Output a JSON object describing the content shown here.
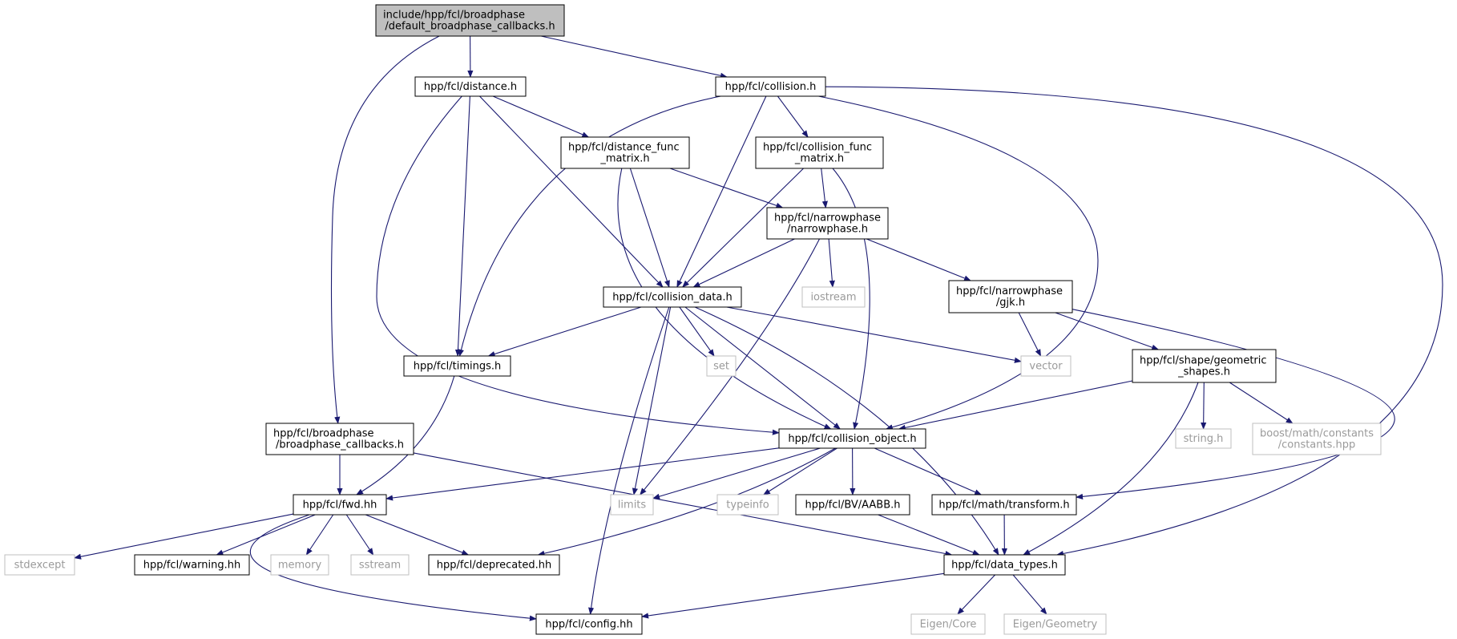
{
  "graph": {
    "colors": {
      "edge": "#191970",
      "node_border": "#000000",
      "system_border": "#bfbfbf",
      "system_text": "#9a9a9a",
      "root_fill": "#bfbfbf",
      "text": "#000000"
    },
    "nodes": [
      {
        "id": "root",
        "lines": [
          "include/hpp/fcl/broadphase",
          "/default_broadphase_callbacks.h"
        ],
        "kind": "root"
      },
      {
        "id": "distance",
        "lines": [
          "hpp/fcl/distance.h"
        ],
        "kind": "header"
      },
      {
        "id": "collision",
        "lines": [
          "hpp/fcl/collision.h"
        ],
        "kind": "header"
      },
      {
        "id": "distance_func_matrix",
        "lines": [
          "hpp/fcl/distance_func",
          "_matrix.h"
        ],
        "kind": "header"
      },
      {
        "id": "collision_func_matrix",
        "lines": [
          "hpp/fcl/collision_func",
          "_matrix.h"
        ],
        "kind": "header"
      },
      {
        "id": "narrowphase",
        "lines": [
          "hpp/fcl/narrowphase",
          "/narrowphase.h"
        ],
        "kind": "header"
      },
      {
        "id": "collision_data",
        "lines": [
          "hpp/fcl/collision_data.h"
        ],
        "kind": "header"
      },
      {
        "id": "iostream",
        "lines": [
          "iostream"
        ],
        "kind": "system"
      },
      {
        "id": "gjk",
        "lines": [
          "hpp/fcl/narrowphase",
          "/gjk.h"
        ],
        "kind": "header"
      },
      {
        "id": "timings",
        "lines": [
          "hpp/fcl/timings.h"
        ],
        "kind": "header"
      },
      {
        "id": "set",
        "lines": [
          "set"
        ],
        "kind": "system"
      },
      {
        "id": "vector",
        "lines": [
          "vector"
        ],
        "kind": "system"
      },
      {
        "id": "geometric_shapes",
        "lines": [
          "hpp/fcl/shape/geometric",
          "_shapes.h"
        ],
        "kind": "header"
      },
      {
        "id": "broadphase_callbacks",
        "lines": [
          "hpp/fcl/broadphase",
          "/broadphase_callbacks.h"
        ],
        "kind": "header"
      },
      {
        "id": "collision_object",
        "lines": [
          "hpp/fcl/collision_object.h"
        ],
        "kind": "header"
      },
      {
        "id": "string_h",
        "lines": [
          "string.h"
        ],
        "kind": "system"
      },
      {
        "id": "boost_constants",
        "lines": [
          "boost/math/constants",
          "/constants.hpp"
        ],
        "kind": "system"
      },
      {
        "id": "fwd",
        "lines": [
          "hpp/fcl/fwd.hh"
        ],
        "kind": "header"
      },
      {
        "id": "limits",
        "lines": [
          "limits"
        ],
        "kind": "system"
      },
      {
        "id": "typeinfo",
        "lines": [
          "typeinfo"
        ],
        "kind": "system"
      },
      {
        "id": "aabb",
        "lines": [
          "hpp/fcl/BV/AABB.h"
        ],
        "kind": "header"
      },
      {
        "id": "transform",
        "lines": [
          "hpp/fcl/math/transform.h"
        ],
        "kind": "header"
      },
      {
        "id": "stdexcept",
        "lines": [
          "stdexcept"
        ],
        "kind": "system"
      },
      {
        "id": "warning",
        "lines": [
          "hpp/fcl/warning.hh"
        ],
        "kind": "header"
      },
      {
        "id": "memory",
        "lines": [
          "memory"
        ],
        "kind": "system"
      },
      {
        "id": "sstream",
        "lines": [
          "sstream"
        ],
        "kind": "system"
      },
      {
        "id": "deprecated",
        "lines": [
          "hpp/fcl/deprecated.hh"
        ],
        "kind": "header"
      },
      {
        "id": "data_types",
        "lines": [
          "hpp/fcl/data_types.h"
        ],
        "kind": "header"
      },
      {
        "id": "config",
        "lines": [
          "hpp/fcl/config.hh"
        ],
        "kind": "header"
      },
      {
        "id": "eigen_core",
        "lines": [
          "Eigen/Core"
        ],
        "kind": "system"
      },
      {
        "id": "eigen_geometry",
        "lines": [
          "Eigen/Geometry"
        ],
        "kind": "system"
      }
    ],
    "edges": [
      [
        "root",
        "distance"
      ],
      [
        "root",
        "collision"
      ],
      [
        "root",
        "broadphase_callbacks"
      ],
      [
        "distance",
        "distance_func_matrix"
      ],
      [
        "distance",
        "collision_data"
      ],
      [
        "distance",
        "timings"
      ],
      [
        "distance",
        "collision_object"
      ],
      [
        "collision",
        "collision_func_matrix"
      ],
      [
        "collision",
        "collision_data"
      ],
      [
        "collision",
        "timings"
      ],
      [
        "collision",
        "collision_object"
      ],
      [
        "collision",
        "data_types"
      ],
      [
        "distance_func_matrix",
        "narrowphase"
      ],
      [
        "distance_func_matrix",
        "collision_data"
      ],
      [
        "distance_func_matrix",
        "collision_object"
      ],
      [
        "collision_func_matrix",
        "narrowphase"
      ],
      [
        "collision_func_matrix",
        "collision_data"
      ],
      [
        "collision_func_matrix",
        "collision_object"
      ],
      [
        "narrowphase",
        "collision_data"
      ],
      [
        "narrowphase",
        "iostream"
      ],
      [
        "narrowphase",
        "gjk"
      ],
      [
        "narrowphase",
        "limits"
      ],
      [
        "collision_data",
        "timings"
      ],
      [
        "collision_data",
        "set"
      ],
      [
        "collision_data",
        "vector"
      ],
      [
        "collision_data",
        "collision_object"
      ],
      [
        "collision_data",
        "limits"
      ],
      [
        "collision_data",
        "config"
      ],
      [
        "collision_data",
        "data_types"
      ],
      [
        "gjk",
        "vector"
      ],
      [
        "gjk",
        "geometric_shapes"
      ],
      [
        "gjk",
        "transform"
      ],
      [
        "timings",
        "fwd"
      ],
      [
        "geometric_shapes",
        "collision_object"
      ],
      [
        "geometric_shapes",
        "string_h"
      ],
      [
        "geometric_shapes",
        "boost_constants"
      ],
      [
        "geometric_shapes",
        "data_types"
      ],
      [
        "broadphase_callbacks",
        "fwd"
      ],
      [
        "broadphase_callbacks",
        "data_types"
      ],
      [
        "collision_object",
        "fwd"
      ],
      [
        "collision_object",
        "limits"
      ],
      [
        "collision_object",
        "typeinfo"
      ],
      [
        "collision_object",
        "aabb"
      ],
      [
        "collision_object",
        "transform"
      ],
      [
        "collision_object",
        "deprecated"
      ],
      [
        "fwd",
        "stdexcept"
      ],
      [
        "fwd",
        "warning"
      ],
      [
        "fwd",
        "memory"
      ],
      [
        "fwd",
        "sstream"
      ],
      [
        "fwd",
        "deprecated"
      ],
      [
        "fwd",
        "config"
      ],
      [
        "aabb",
        "data_types"
      ],
      [
        "transform",
        "data_types"
      ],
      [
        "data_types",
        "config"
      ],
      [
        "data_types",
        "eigen_core"
      ],
      [
        "data_types",
        "eigen_geometry"
      ]
    ]
  }
}
